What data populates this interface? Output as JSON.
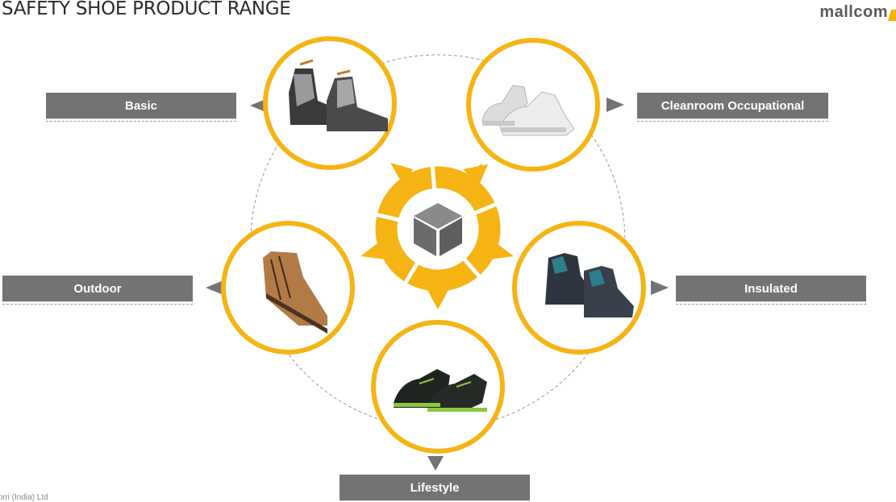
{
  "header": {
    "title": "SAFETY SHOE PRODUCT RANGE",
    "logo": "mallcom"
  },
  "footer": {
    "text": "om (India) Ltd"
  },
  "categories": [
    {
      "label": "Basic"
    },
    {
      "label": "Cleanroom Occupational"
    },
    {
      "label": "Outdoor"
    },
    {
      "label": "Insulated"
    },
    {
      "label": "Lifestyle"
    }
  ],
  "center": {
    "icon": "cube-icon"
  },
  "colors": {
    "accent": "#f5b414",
    "label_bg": "#737373",
    "cube": "#707070"
  }
}
